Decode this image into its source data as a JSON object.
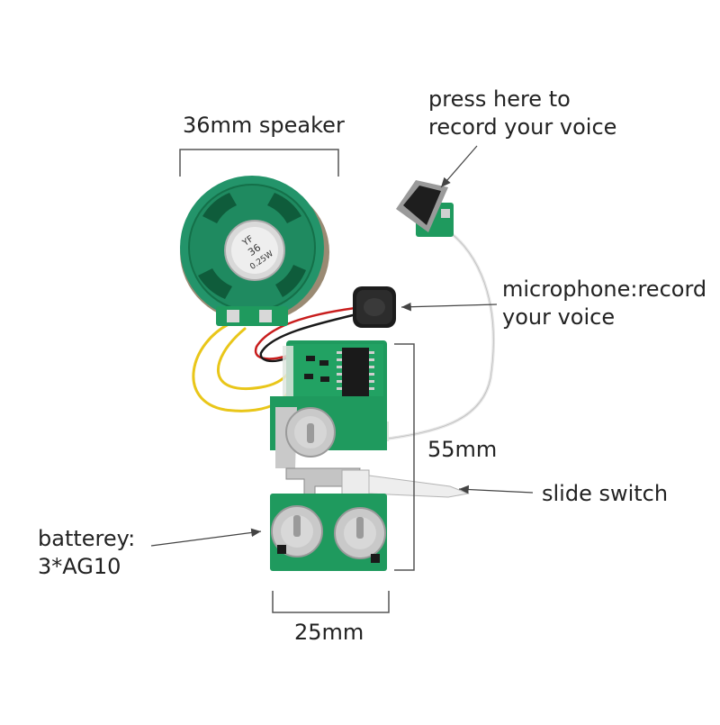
{
  "labels": {
    "speaker": "36mm speaker",
    "press_line1": "press here to",
    "press_line2": "record your voice",
    "mic_line1": "microphone:record",
    "mic_line2": "your voice",
    "height": "55mm",
    "slide": "slide switch",
    "battery_line1": "batterey:",
    "battery_line2": "3*AG10",
    "width": "25mm"
  },
  "speaker_marking": {
    "brand": "YF",
    "code": "36",
    "rating": "0.25W"
  },
  "colors": {
    "pcb_green": "#1f9a5e",
    "pcb_dark": "#137a47",
    "speaker_green": "#23946a",
    "metal": "#c9c9c9",
    "wire_yellow": "#e9c619",
    "wire_red": "#c81d1d",
    "wire_black": "#1a1a1a",
    "wire_white": "#f2f2f2",
    "text": "#222222",
    "dimension_line": "#555555"
  }
}
